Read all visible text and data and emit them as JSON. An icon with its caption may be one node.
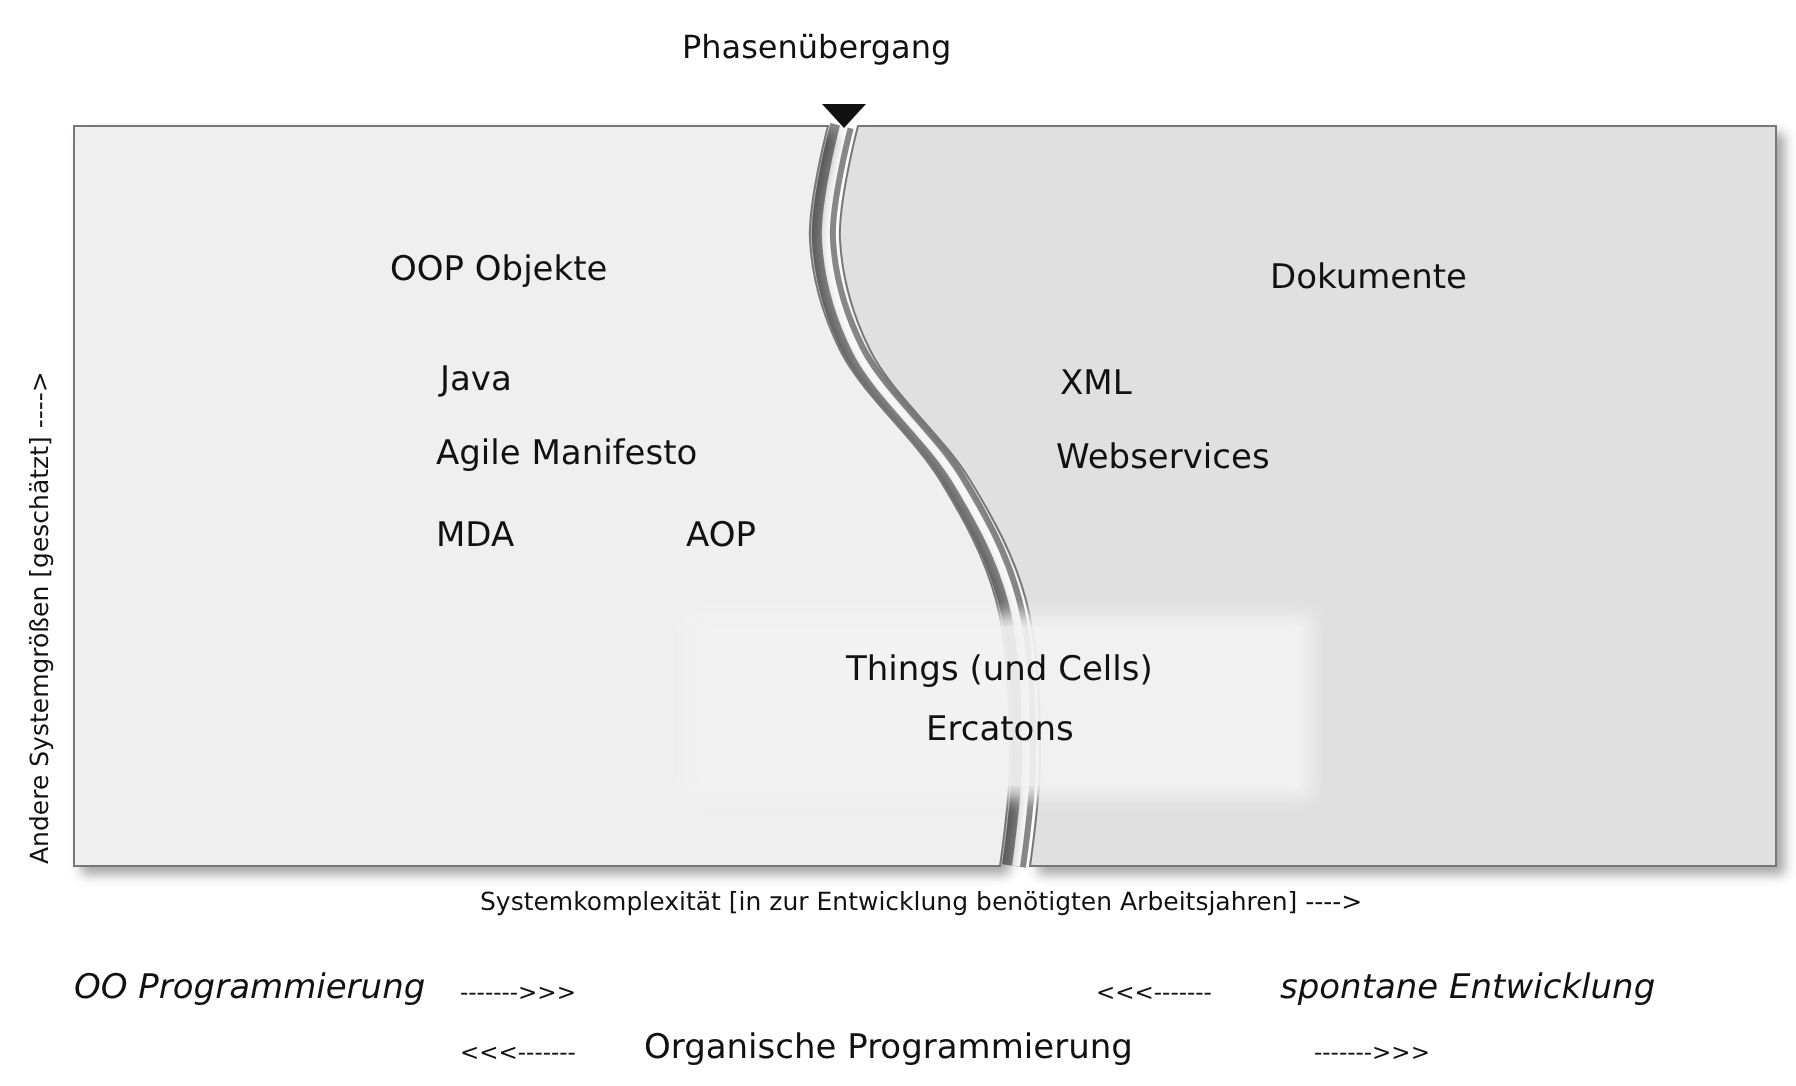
{
  "diagram": {
    "title": "Phasenübergang",
    "nodes": [
      {
        "text": [
          "OOP Objekte",
          "Java",
          "Agile Manifesto",
          "MDA",
          "AOP"
        ]
      },
      {
        "text": [
          "Dokumente",
          "XML",
          "Webservices"
        ]
      },
      {
        "text": [
          "Things (und Cells)",
          "Ercatons"
        ]
      }
    ],
    "labels": [
      "Andere Systemgrößen [geschätzt] ---->",
      "Systemkomplexität [in zur Entwicklung benötigten Arbeitsjahren] ---->",
      "OO Programmierung",
      "------->>>",
      "<<<-------",
      "spontane Entwicklung",
      "<<<-------",
      "Organische Programmierung",
      "------->>>"
    ]
  }
}
